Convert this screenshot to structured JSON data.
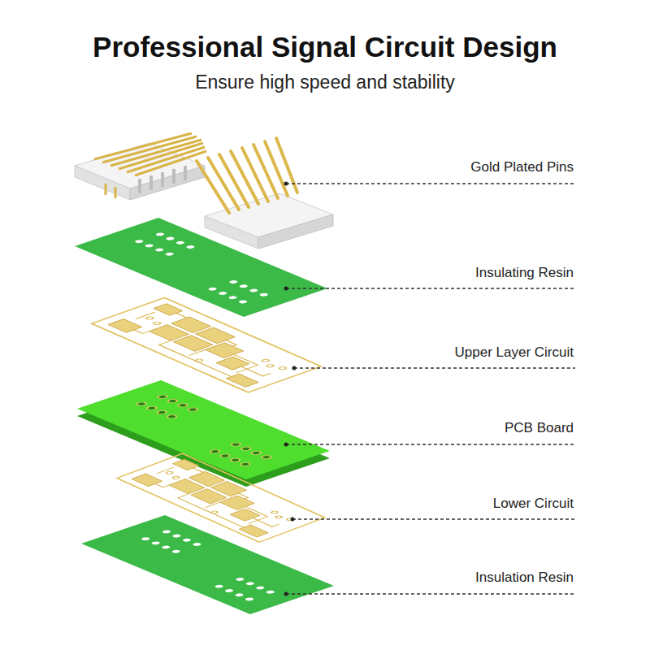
{
  "diagram": {
    "title": "Professional Signal Circuit Design",
    "labels": [
      "Ensure high speed and stability",
      "Gold Plated Pins",
      "Insulating Resin",
      "Upper Layer Circuit",
      "PCB Board",
      "Lower Circuit",
      "Insulation Resin"
    ]
  }
}
